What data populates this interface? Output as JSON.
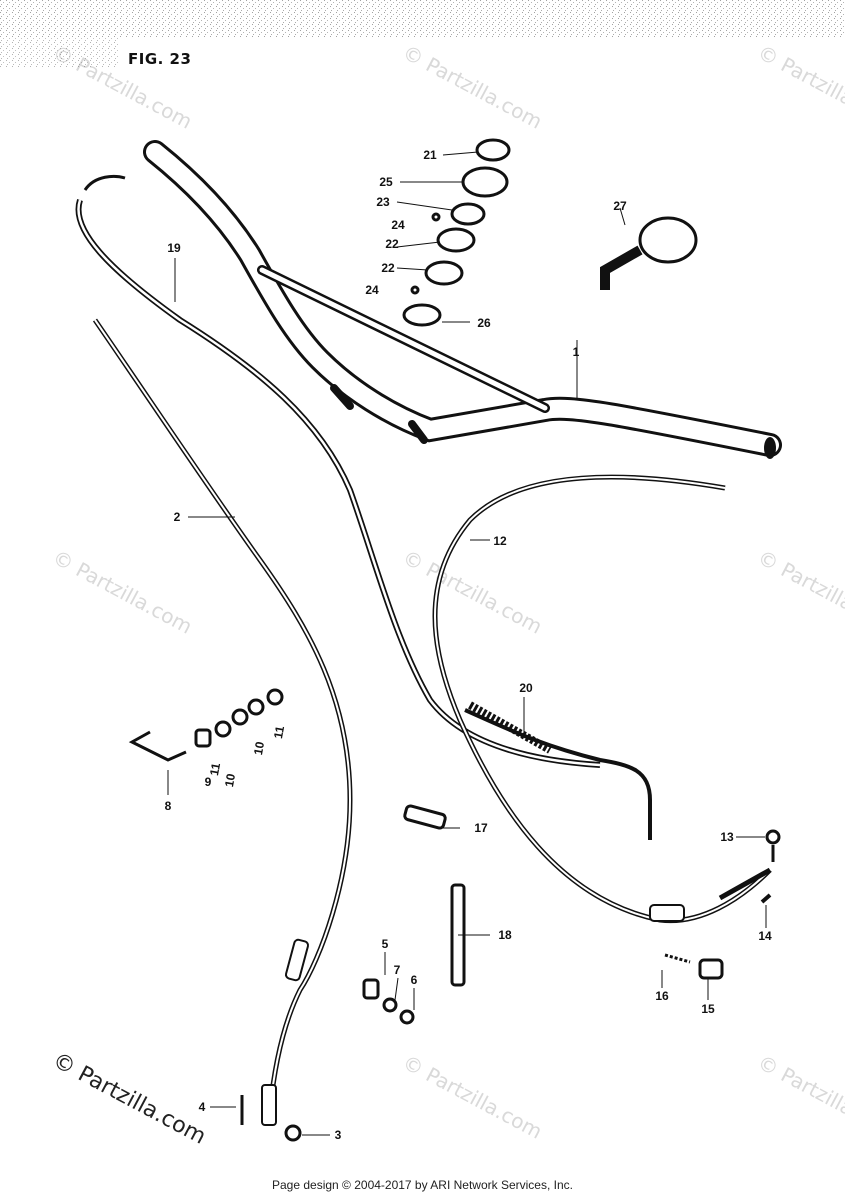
{
  "figure": {
    "title": "FIG. 23"
  },
  "parts": [
    {
      "number": "1"
    },
    {
      "number": "2"
    },
    {
      "number": "3"
    },
    {
      "number": "4"
    },
    {
      "number": "5"
    },
    {
      "number": "6"
    },
    {
      "number": "7"
    },
    {
      "number": "8"
    },
    {
      "number": "9"
    },
    {
      "number": "10"
    },
    {
      "number": "11"
    },
    {
      "number": "12"
    },
    {
      "number": "13"
    },
    {
      "number": "14"
    },
    {
      "number": "15"
    },
    {
      "number": "16"
    },
    {
      "number": "17"
    },
    {
      "number": "18"
    },
    {
      "number": "19"
    },
    {
      "number": "20"
    },
    {
      "number": "21"
    },
    {
      "number": "22"
    },
    {
      "number": "23"
    },
    {
      "number": "24"
    },
    {
      "number": "25"
    },
    {
      "number": "26"
    },
    {
      "number": "27"
    }
  ],
  "watermark": {
    "text": "© Partzilla.com"
  },
  "footer": {
    "text": "Page design © 2004-2017 by ARI Network Services, Inc."
  }
}
